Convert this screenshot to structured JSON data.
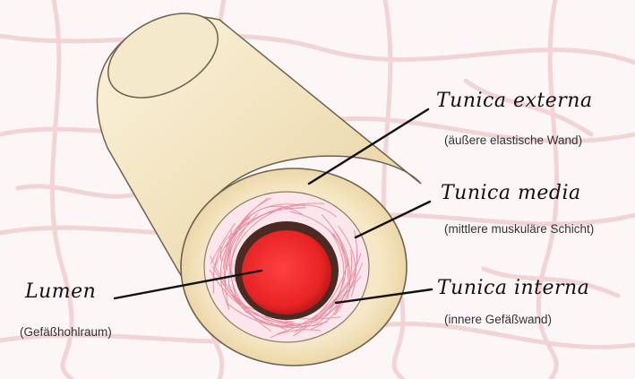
{
  "labels": {
    "tunica_externa": {
      "title": "Tunica externa",
      "description": "(äußere elastische Wand)"
    },
    "tunica_media": {
      "title": "Tunica media",
      "description": "(mittlere muskuläre Schicht)"
    },
    "tunica_interna": {
      "title": "Tunica interna",
      "description": "(innere Gefäßwand)"
    },
    "lumen": {
      "title": "Lumen",
      "description": "(Gefäßhohlraum)"
    }
  },
  "colors": {
    "background": "#fdf6f6",
    "background_veins": "#f2d3d6",
    "tube_body": "#f1e2bd",
    "tube_shadow": "#e0c58d",
    "tube_outline": "#6e6150",
    "media_layer": "#fbe6ec",
    "media_fibers": "#e8798f",
    "interna_ring": "#4a2a22",
    "lumen": "#ee2a2a",
    "leader_lines": "#111111"
  }
}
